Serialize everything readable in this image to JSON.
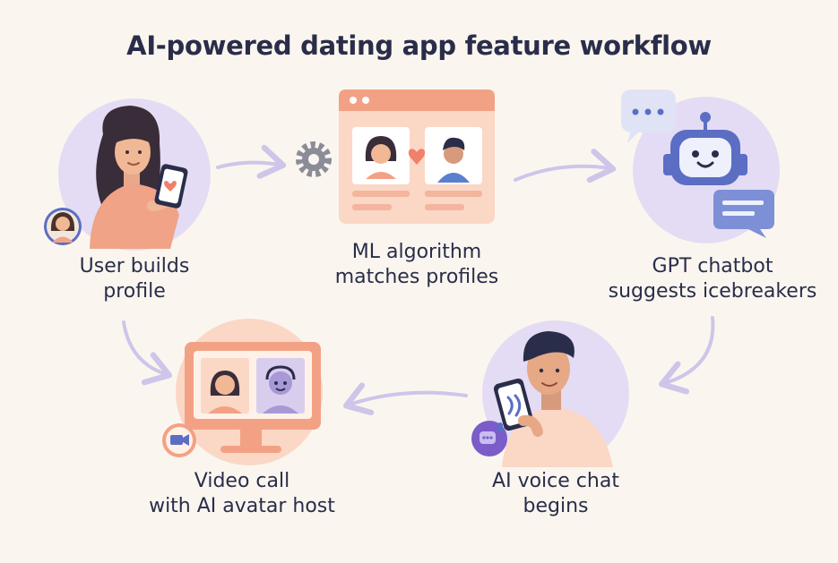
{
  "title": "AI-powered dating app feature workflow",
  "steps": [
    {
      "line1": "User builds",
      "line2": "profile"
    },
    {
      "line1": "ML algorithm",
      "line2": "matches profiles"
    },
    {
      "line1": "GPT chatbot",
      "line2": "suggests icebreakers"
    },
    {
      "line1": "AI voice chat",
      "line2": "begins"
    },
    {
      "line1": "Video call",
      "line2": "with AI avatar host"
    }
  ],
  "colors": {
    "lavender": "#e4dcf4",
    "coral": "#f3a184",
    "peach": "#fbd7c6",
    "arrow": "#cfc5ea",
    "text": "#2a2d4a",
    "robot": "#5b6ec4"
  }
}
